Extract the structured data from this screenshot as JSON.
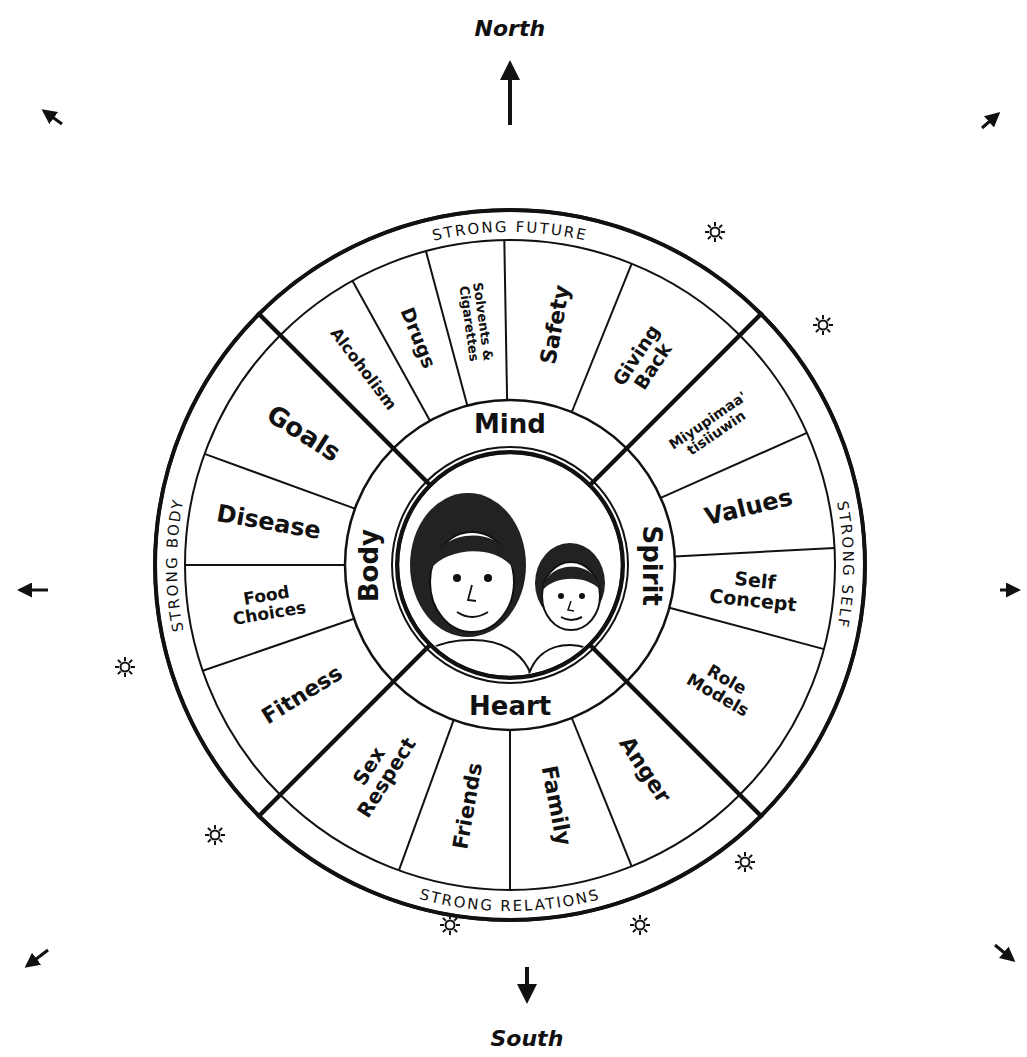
{
  "diagram": {
    "nodes": [
      {
        "text": [
          "STRONG FUTURE"
        ]
      },
      {
        "text": [
          "Mind"
        ],
        "in": 0
      },
      {
        "text": [
          "Alcoholism"
        ],
        "in": 0
      },
      {
        "text": [
          "Drugs"
        ],
        "in": 0
      },
      {
        "text": [
          "Solvents & Cigarettes"
        ],
        "in": 0
      },
      {
        "text": [
          "Safety"
        ],
        "in": 0
      },
      {
        "text": [
          "Giving Back"
        ],
        "in": 0
      },
      {
        "text": [
          "STRONG SELF"
        ]
      },
      {
        "text": [
          "Spirit"
        ],
        "in": 7
      },
      {
        "text": [
          "Miyupimaa' tisiiuwin"
        ],
        "in": 7
      },
      {
        "text": [
          "Values"
        ],
        "in": 7
      },
      {
        "text": [
          "Self Concept"
        ],
        "in": 7
      },
      {
        "text": [
          "Role Models"
        ],
        "in": 7
      },
      {
        "text": [
          "STRONG RELATIONS"
        ]
      },
      {
        "text": [
          "Heart"
        ],
        "in": 13
      },
      {
        "text": [
          "Anger"
        ],
        "in": 13
      },
      {
        "text": [
          "Family"
        ],
        "in": 13
      },
      {
        "text": [
          "Friends"
        ],
        "in": 13
      },
      {
        "text": [
          "Sex Respect"
        ],
        "in": 13
      },
      {
        "text": [
          "STRONG BODY"
        ]
      },
      {
        "text": [
          "Body"
        ],
        "in": 19
      },
      {
        "text": [
          "Fitness"
        ],
        "in": 19
      },
      {
        "text": [
          "Food Choices"
        ],
        "in": 19
      },
      {
        "text": [
          "Disease"
        ],
        "in": 19
      },
      {
        "text": [
          "Goals"
        ],
        "in": 19
      }
    ],
    "labels": [
      "North",
      "South"
    ]
  }
}
